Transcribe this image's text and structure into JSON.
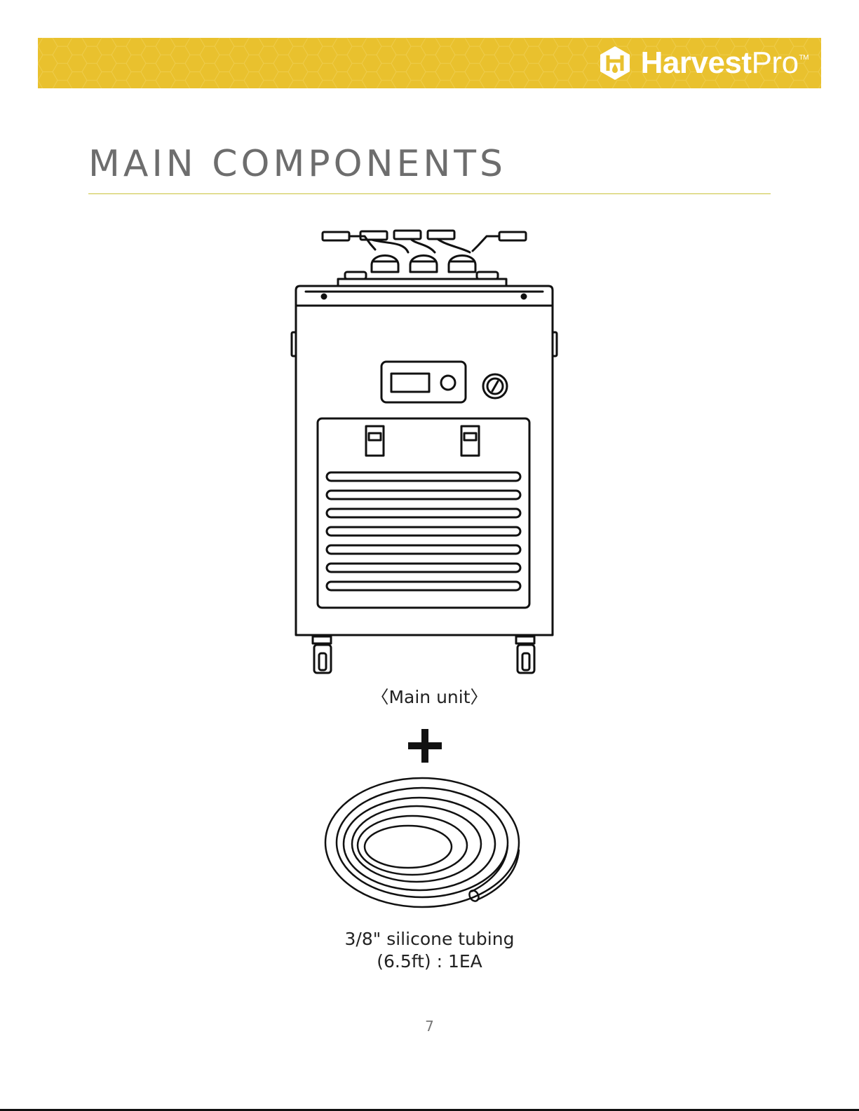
{
  "header": {
    "brand_bold": "Harvest",
    "brand_light": "Pro",
    "brand_tm": "TM",
    "logo_icon": "harvestpro-hexagon-logo",
    "background_color": "#e9c12e"
  },
  "page": {
    "title": "MAIN COMPONENTS",
    "rule_color": "#c9c23a",
    "page_number": "7"
  },
  "components": {
    "main_unit": {
      "caption": "〈Main unit〉",
      "icon": "main-unit-drawing"
    },
    "plus_icon": "plus-icon",
    "tubing": {
      "caption_line1": "3/8\" silicone tubing",
      "caption_line2": "(6.5ft) : 1EA",
      "icon": "silicone-tubing-coil-drawing"
    }
  }
}
